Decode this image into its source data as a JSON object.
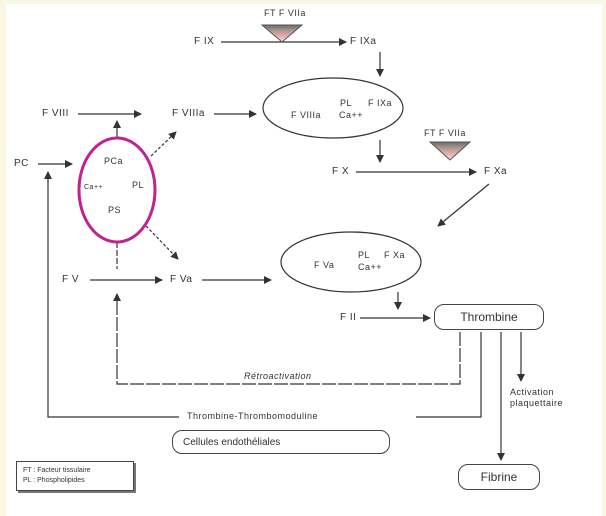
{
  "diagram": {
    "ftvii_label": "FT F VIIa",
    "nodes": {
      "f_ix": "F IX",
      "f_ixa": "F IXa",
      "f_viii": "F VIII",
      "f_viiia": "F VIIIa",
      "pc": "PC",
      "f_x": "F X",
      "f_xa": "F Xa",
      "f_v": "F V",
      "f_va": "F Va",
      "f_ii": "F II",
      "thrombine": "Thrombine",
      "fibrine": "Fibrine",
      "activation": "Activation plaquettaire",
      "retroactivation": "Rétroactivation",
      "thrombomoduline": "Thrombine-Thrombomoduline",
      "cellules": "Cellules endothéliales"
    },
    "tenase_complex": {
      "pl": "PL",
      "f_ixa": "F IXa",
      "f_viiia": "F VIIIa",
      "ca": "Ca++"
    },
    "prothrombinase_complex": {
      "pl": "PL",
      "f_xa": "F Xa",
      "f_va": "F Va",
      "ca": "Ca++"
    },
    "protein_c_complex": {
      "pca": "PCa",
      "ca": "Ca++",
      "pl": "PL",
      "ps": "PS"
    },
    "legend": {
      "line1": "FT : Facteur tissulaire",
      "line2": "PL : Phospholipides"
    },
    "colors": {
      "protein_c_ring": "#c0228f",
      "line": "#333333",
      "frame": "#fbf6e2"
    }
  }
}
